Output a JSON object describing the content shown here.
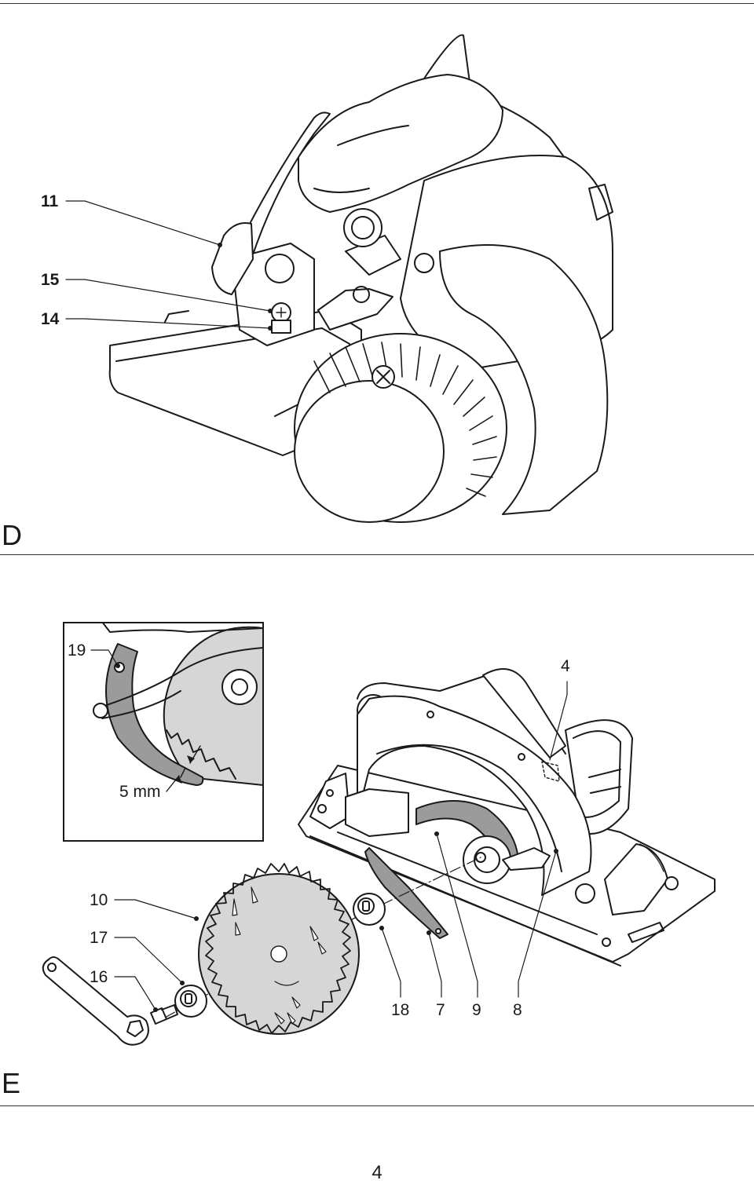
{
  "figure_d": {
    "letter": "D",
    "callouts": {
      "c11": "11",
      "c15": "15",
      "c14": "14"
    }
  },
  "figure_e": {
    "letter": "E",
    "callouts": {
      "c19": "19",
      "c4": "4",
      "c5mm": "5 mm",
      "c10": "10",
      "c17": "17",
      "c16": "16",
      "c18": "18",
      "c7": "7",
      "c9": "9",
      "c8": "8"
    }
  },
  "page": {
    "number": "4"
  },
  "colors": {
    "line": "#1a1a1a",
    "gray_fill": "#9b9b9b",
    "light_fill": "#d6d6d6"
  }
}
